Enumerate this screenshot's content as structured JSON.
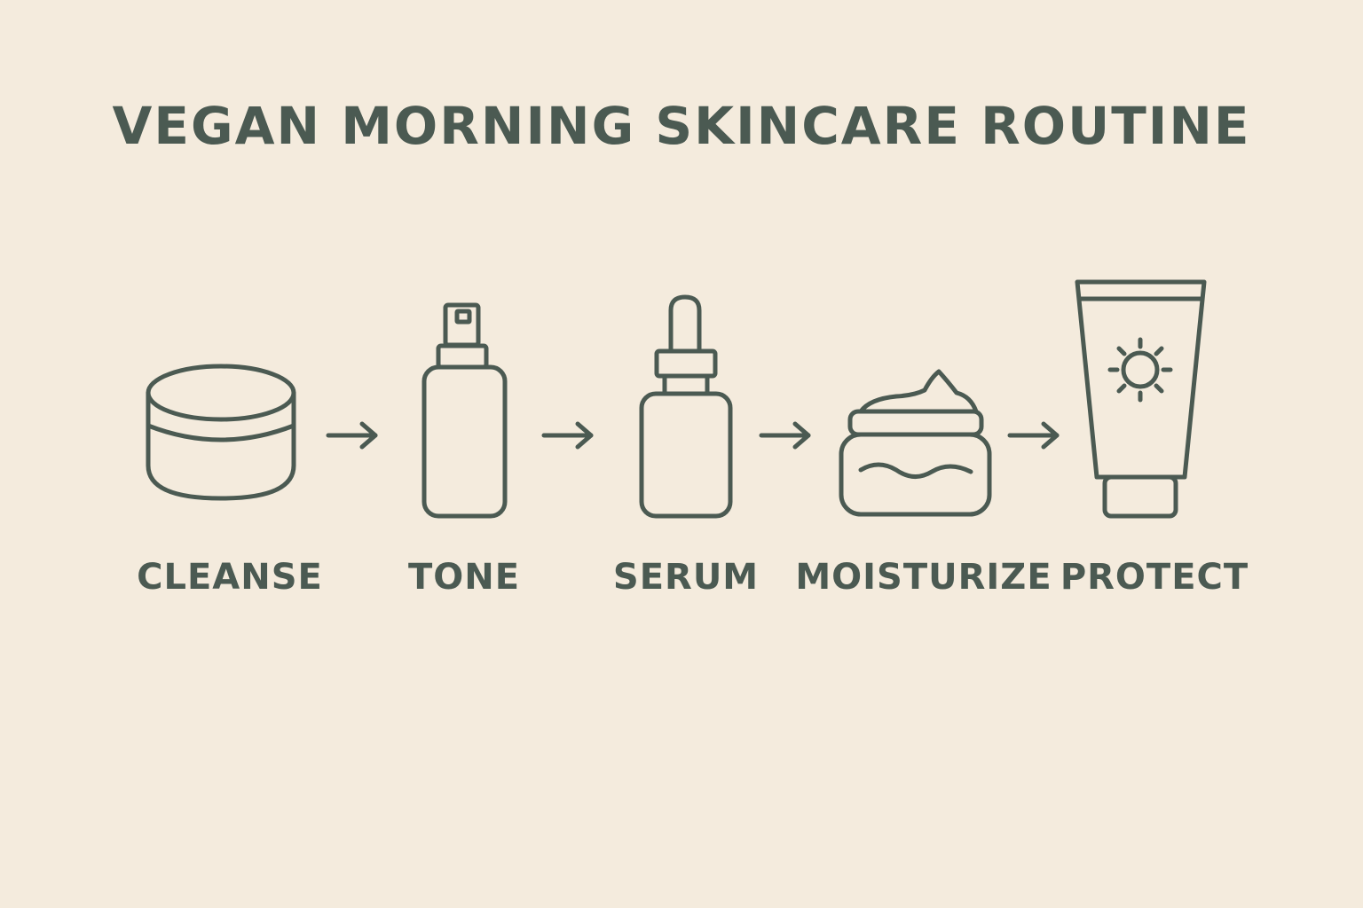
{
  "title": "VEGAN MORNING SKINCARE ROUTINE",
  "colors": {
    "background": "#f4ebdd",
    "ink": "#4b5a52"
  },
  "steps": [
    {
      "label": "CLEANSE",
      "icon": "jar-icon"
    },
    {
      "label": "TONE",
      "icon": "spray-bottle-icon"
    },
    {
      "label": "SERUM",
      "icon": "dropper-bottle-icon"
    },
    {
      "label": "MOISTURIZE",
      "icon": "cream-jar-icon"
    },
    {
      "label": "PROTECT",
      "icon": "sunscreen-tube-icon"
    }
  ]
}
